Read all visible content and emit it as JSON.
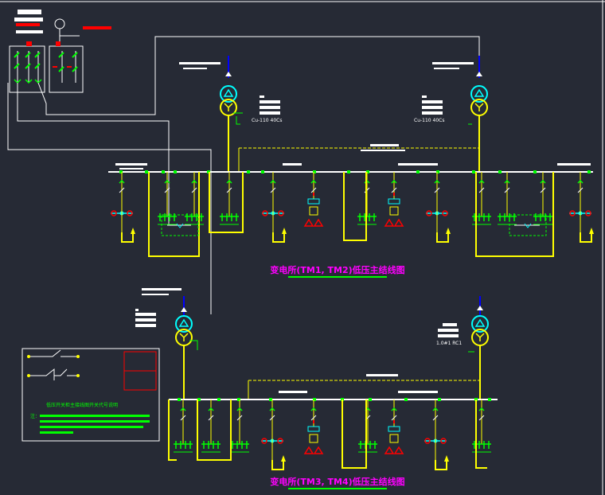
{
  "colors": {
    "background": "#262a35",
    "frame": "#ffffff",
    "busbar": "#ffffff",
    "feeder": "#ffff00",
    "breaker": "#00ff00",
    "hv_feed": "#0000ff",
    "transformer_top": "#00ffff",
    "transformer_bottom": "#ffff00",
    "title_text": "#ff00ff",
    "title_underline": "#00ff00",
    "label_block": "#ffffff",
    "red_accent": "#ff0000",
    "cyan_accent": "#00ffff",
    "legend_note": "#00ff00"
  },
  "diagram": {
    "upper_title": "变电所(TM1, TM2)低压主结线图",
    "lower_title": "变电所(TM3, TM4)低压主结线图",
    "transformer_labels": {
      "tm1_caption": "Cu-110 40Cs",
      "tm2_caption": "Cu-110 40Cs",
      "tm4_tag": "1.0#1 RC1"
    },
    "legend": {
      "title": "低压开关柜主接线图开关代号说明",
      "note_prefix": "注："
    }
  }
}
